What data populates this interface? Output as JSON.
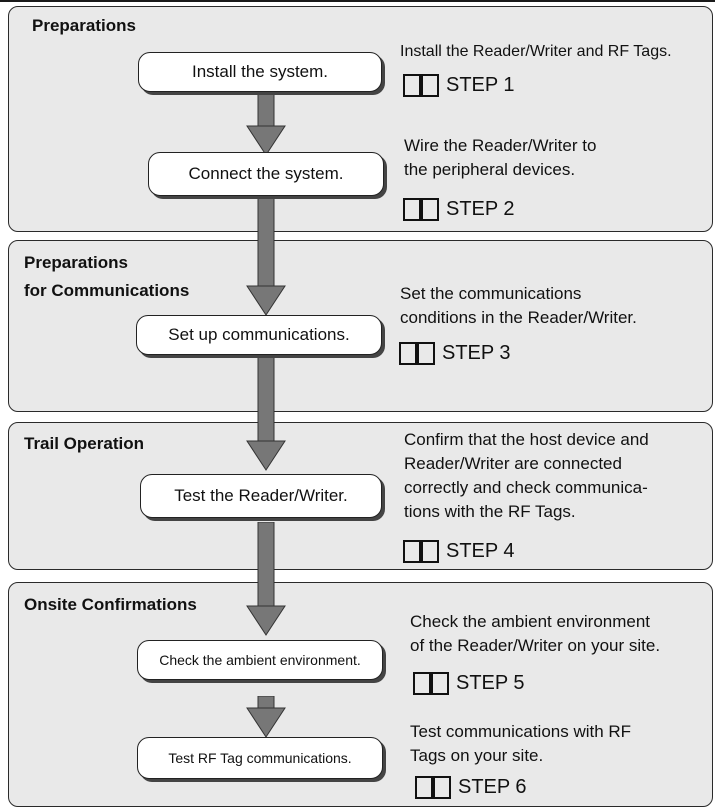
{
  "sections": [
    {
      "title": "Preparations",
      "steps": [
        {
          "label": "Install the system.",
          "desc": [
            "Install the Reader/Writer and RF Tags."
          ],
          "ref": "STEP 1"
        },
        {
          "label": "Connect the system.",
          "desc": [
            "Wire the Reader/Writer to",
            "the peripheral devices."
          ],
          "ref": "STEP 2"
        }
      ]
    },
    {
      "title_lines": [
        "Preparations",
        "for Communications"
      ],
      "steps": [
        {
          "label": "Set up communications.",
          "desc": [
            "Set the communications",
            "conditions in the Reader/Writer."
          ],
          "ref": "STEP 3"
        }
      ]
    },
    {
      "title": "Trail Operation",
      "steps": [
        {
          "label": "Test the Reader/Writer.",
          "desc": [
            "Confirm that the host device and",
            "Reader/Writer are connected",
            "correctly and check communica-",
            "tions with the RF Tags."
          ],
          "ref": "STEP 4"
        }
      ]
    },
    {
      "title": "Onsite Confirmations",
      "steps": [
        {
          "label": "Check the ambient environment.",
          "desc": [
            "Check the ambient environment",
            "of the Reader/Writer on your site."
          ],
          "ref": "STEP 5"
        },
        {
          "label": "Test RF Tag communications.",
          "desc": [
            "Test communications with RF",
            "Tags on your site."
          ],
          "ref": "STEP 6"
        }
      ]
    }
  ],
  "icons": {
    "manual": "open-book-icon",
    "flow": "down-arrow-icon"
  },
  "colors": {
    "section_bg": "#e9e9e9",
    "arrow": "#777777",
    "box_bg": "#ffffff",
    "border": "#2a2a2a"
  }
}
